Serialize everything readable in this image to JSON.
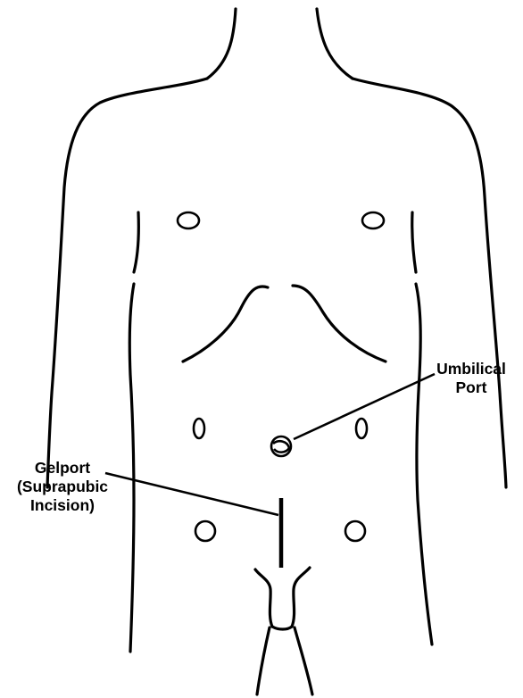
{
  "labels": {
    "umbilical_port": [
      "Umbilical",
      "Port"
    ],
    "gelport": [
      "Gelport",
      "(Suprapubic",
      "Incision)"
    ]
  },
  "colors": {
    "line": "#000000",
    "background": "#ffffff"
  }
}
